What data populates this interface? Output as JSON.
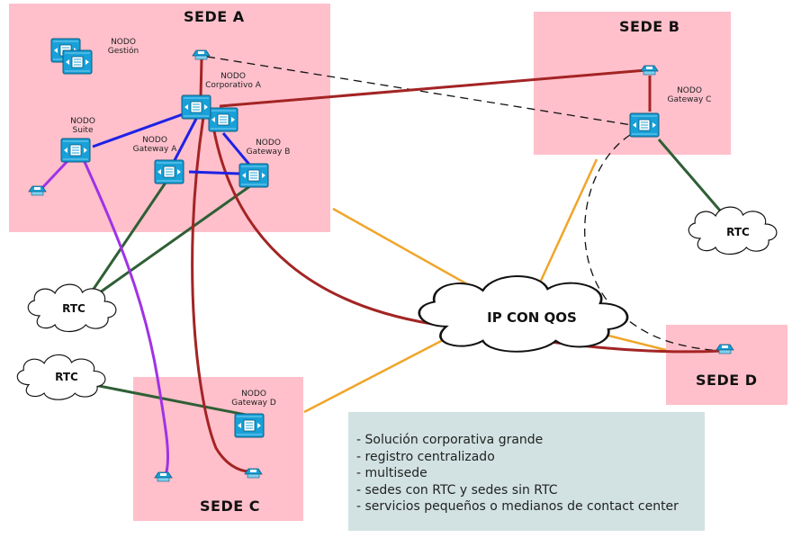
{
  "colors": {
    "site_fill": "#ffc0cb",
    "info_fill": "#d2e2e2",
    "link_blue": "#1e22e6",
    "link_red": "#a32424",
    "link_green": "#2f5f35",
    "link_orange": "#f0a52a",
    "link_purple": "#a032e6",
    "link_dashed": "#111111",
    "device_blue": "#18a0d8"
  },
  "sites": {
    "a": "SEDE A",
    "b": "SEDE B",
    "c": "SEDE C",
    "d": "SEDE D"
  },
  "nodes": {
    "gestion": {
      "line1": "NODO",
      "line2": "Gestión",
      "icon": "server-icon"
    },
    "corporativo_a": {
      "line1": "NODO",
      "line2": "Corporativo A",
      "icon": "server-icon"
    },
    "suite": {
      "line1": "NODO",
      "line2": "Suite",
      "icon": "server-icon"
    },
    "gateway_a": {
      "line1": "NODO",
      "line2": "Gateway A",
      "icon": "gateway-icon"
    },
    "gateway_b": {
      "line1": "NODO",
      "line2": "Gateway B",
      "icon": "gateway-icon"
    },
    "gateway_c": {
      "line1": "NODO",
      "line2": "Gateway C",
      "icon": "gateway-icon"
    },
    "gateway_d": {
      "line1": "NODO",
      "line2": "Gateway D",
      "icon": "gateway-icon"
    }
  },
  "clouds": {
    "rtc_left": "RTC",
    "rtc_bottom_left": "RTC",
    "rtc_right": "RTC",
    "ip": "IP CON QOS"
  },
  "phones": [
    "ip-phone-icon"
  ],
  "info": {
    "items": [
      "- Solución corporativa grande",
      "- registro centralizado",
      "- multisede",
      "- sedes con RTC y sedes sin RTC",
      "- servicios pequeños o medianos de contact center"
    ]
  }
}
